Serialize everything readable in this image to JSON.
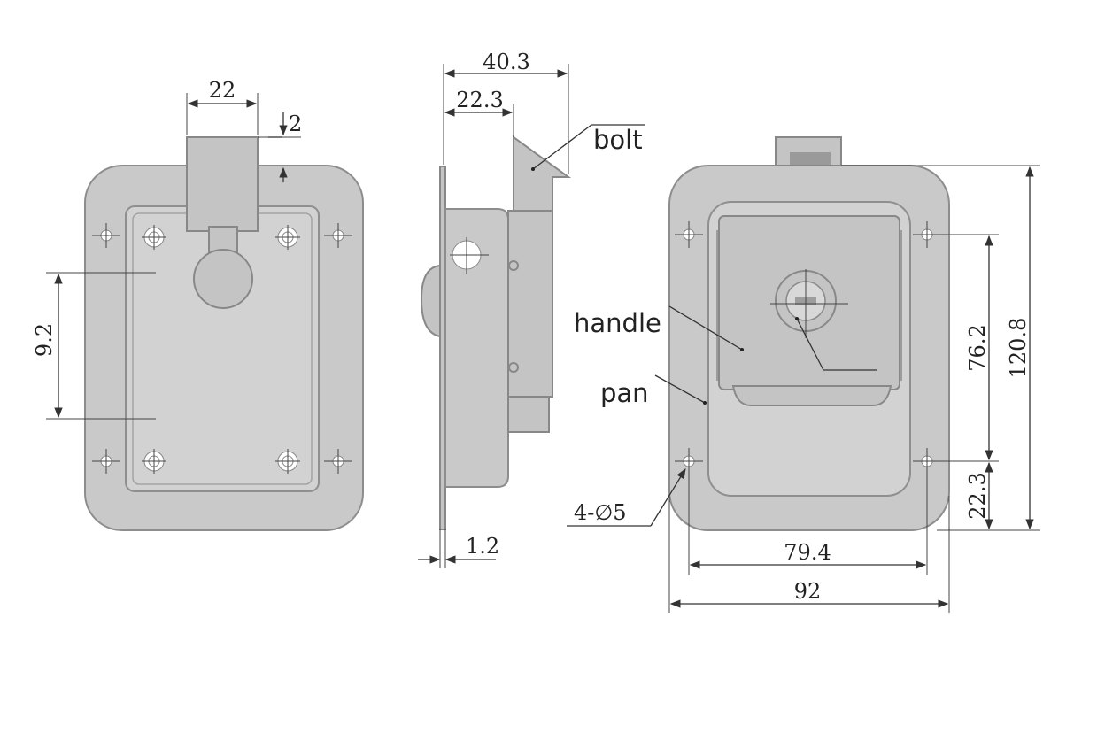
{
  "dimensions": {
    "front_latch_width": "22",
    "front_offset": "2",
    "front_slot_spacing": "9.2",
    "side_overall_depth": "40.3",
    "side_body_depth": "22.3",
    "side_flange_thickness": "1.2",
    "back_total_height": "120.8",
    "back_hole_spacing_vertical": "76.2",
    "back_hole_offset_bottom": "22.3",
    "back_hole_spacing_horizontal": "79.4",
    "back_total_width": "92",
    "back_hole_spec": "4-∅5"
  },
  "labels": {
    "bolt": "bolt",
    "handle": "handle",
    "pan": "pan"
  },
  "colors": {
    "part_gray": "#c9c9c9",
    "line": "#333333"
  }
}
